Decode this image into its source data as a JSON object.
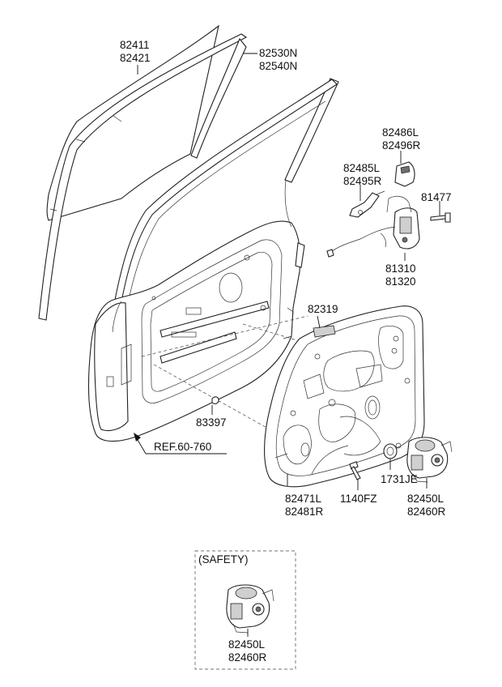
{
  "labels": {
    "glass": [
      "82411",
      "82421"
    ],
    "channel": [
      "82530N",
      "82540N"
    ],
    "lock_rod_l": [
      "82486L",
      "82496R"
    ],
    "lock_rod_2": [
      "82485L",
      "82495R"
    ],
    "bolt_81477": "81477",
    "latch": [
      "81310",
      "81320"
    ],
    "label_82319": "82319",
    "clip_83397": "83397",
    "ref": "REF.60-760",
    "module_panel": [
      "82471L",
      "82481R"
    ],
    "screw": "1140FZ",
    "grommet": "1731JE",
    "motor": [
      "82450L",
      "82460R"
    ],
    "safety_title": "(SAFETY)",
    "safety_motor": [
      "82450L",
      "82460R"
    ]
  },
  "colors": {
    "line": "#111111",
    "part_fill": "#ffffff",
    "shade": "#cfcfcf"
  }
}
